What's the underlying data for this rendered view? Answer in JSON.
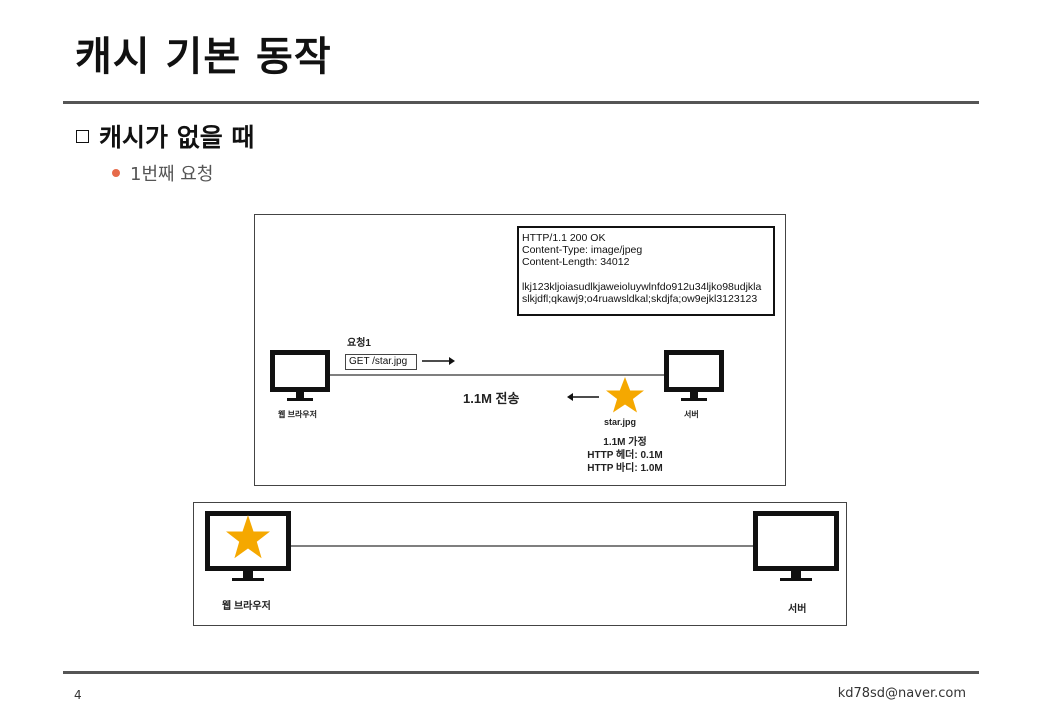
{
  "slide": {
    "title": "캐시 기본 동작",
    "section_title": "캐시가 없을 때",
    "bullet": "1번째 요청",
    "page_number": "4",
    "author_email": "kd78sd@naver.com"
  },
  "diagram_top": {
    "response_lines": [
      "HTTP/1.1 200 OK",
      "Content-Type: image/jpeg",
      "Content-Length: 34012",
      "lkj123kljoiasudlkjaweioluywlnfdo912u34ljko98udjkla",
      "slkjdfl;qkawj9;o4ruawsldkal;skdjfa;ow9ejkl3123123"
    ],
    "request_label": "요청1",
    "request_text": "GET /star.jpg",
    "transfer_label": "1.1M 전송",
    "file_label": "star.jpg",
    "info_lines": [
      "1.1M 가정",
      "HTTP 헤더: 0.1M",
      "HTTP 바디: 1.0M"
    ],
    "browser_label": "웹 브라우저",
    "server_label": "서버"
  },
  "diagram_bottom": {
    "browser_label": "웹 브라우저",
    "server_label": "서버"
  },
  "colors": {
    "star": "#f5a800",
    "bullet": "#e66a4a",
    "rule": "#555555"
  }
}
